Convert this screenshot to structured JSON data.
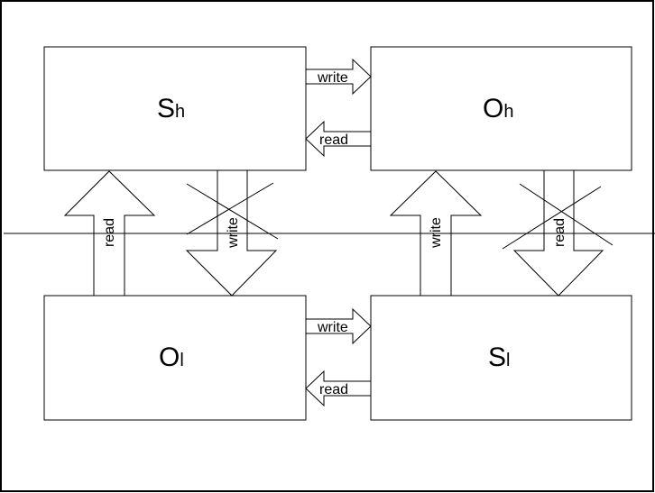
{
  "boxes": {
    "sh": {
      "main": "S",
      "sub": "h"
    },
    "oh": {
      "main": "O",
      "sub": "h"
    },
    "ol": {
      "main": "O",
      "sub": "l"
    },
    "sl": {
      "main": "S",
      "sub": "l"
    }
  },
  "arrows": {
    "top_right_write": "write",
    "top_left_read": "read",
    "bottom_right_write": "write",
    "bottom_left_read": "read",
    "left_up_read": "read",
    "left_down_write": "write",
    "right_up_write": "write",
    "right_down_read": "read"
  },
  "crossed_out": [
    "left_down_write",
    "right_down_read"
  ]
}
